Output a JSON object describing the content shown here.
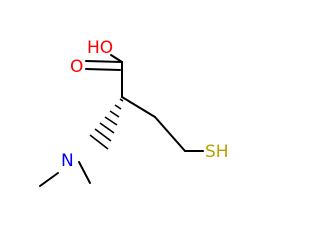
{
  "molecule": {
    "colors": {
      "bond": "#000000",
      "oxygen": "#ff0000",
      "nitrogen": "#0000ff",
      "sulfur": "#b8a200",
      "background": "#ffffff"
    },
    "atoms": {
      "hydroxyl": "HO",
      "carbonyl_oxygen": "O",
      "nitrogen": "N",
      "thiol": "SH"
    }
  }
}
